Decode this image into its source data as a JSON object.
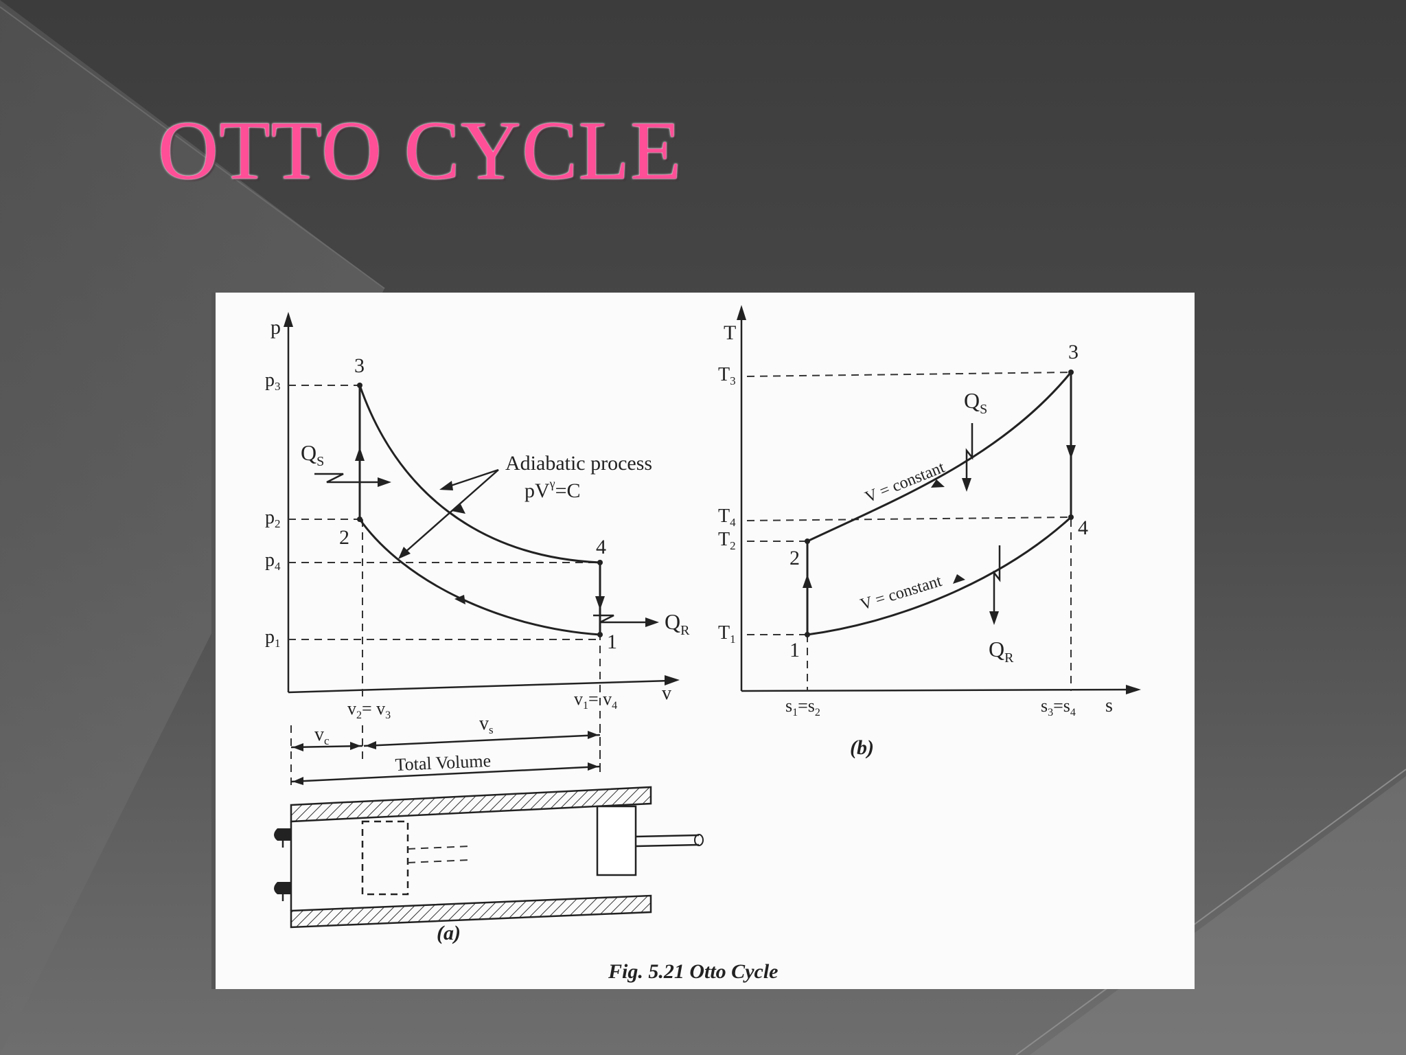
{
  "slide": {
    "title": "OTTO CYCLE",
    "colors": {
      "title": "#ff4f97",
      "background": "#4a4a4a",
      "figure": "#fbfbfb"
    }
  },
  "figure": {
    "caption": "Fig. 5.21 Otto Cycle",
    "pv": {
      "label": "(a)",
      "y_axis": "p",
      "x_axis": "v",
      "ticks_y": [
        "p3",
        "p2",
        "p4",
        "p1"
      ],
      "ticks_x": [
        "v2= v3",
        "v1= v4"
      ],
      "points": [
        "1",
        "2",
        "3",
        "4"
      ],
      "annotation_1": "Adiabatic process",
      "annotation_2": "pV",
      "annotation_2_sup": "γ",
      "annotation_2_tail": "=C",
      "heat_in": "Q",
      "heat_in_sub": "S",
      "heat_out": "Q",
      "heat_out_sub": "R",
      "vc": "v",
      "vc_sub": "c",
      "vs": "v",
      "vs_sub": "s",
      "total_volume": "Total Volume"
    },
    "ts": {
      "label": "(b)",
      "y_axis": "T",
      "x_axis": "s",
      "ticks_y": [
        "T3",
        "T4",
        "T2",
        "T1"
      ],
      "ticks_x": [
        "s1=s2",
        "s3=s4"
      ],
      "points": [
        "1",
        "2",
        "3",
        "4"
      ],
      "v_const_upper": "V = constant",
      "v_const_lower": "V = constant",
      "heat_in": "Q",
      "heat_in_sub": "S",
      "heat_out": "Q",
      "heat_out_sub": "R"
    }
  }
}
